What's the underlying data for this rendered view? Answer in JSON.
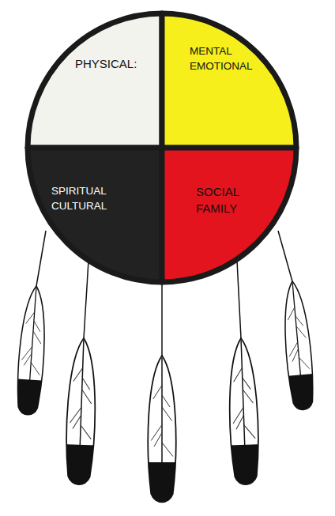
{
  "diagram": {
    "nodes": [
      {
        "text": [
          "PHYSICAL:"
        ]
      },
      {
        "text": [
          "MENTAL EMOTIONAL"
        ]
      },
      {
        "text": [
          "SPIRITUAL CULTURAL"
        ]
      },
      {
        "text": [
          "SOCIAL FAMILY"
        ]
      }
    ]
  }
}
